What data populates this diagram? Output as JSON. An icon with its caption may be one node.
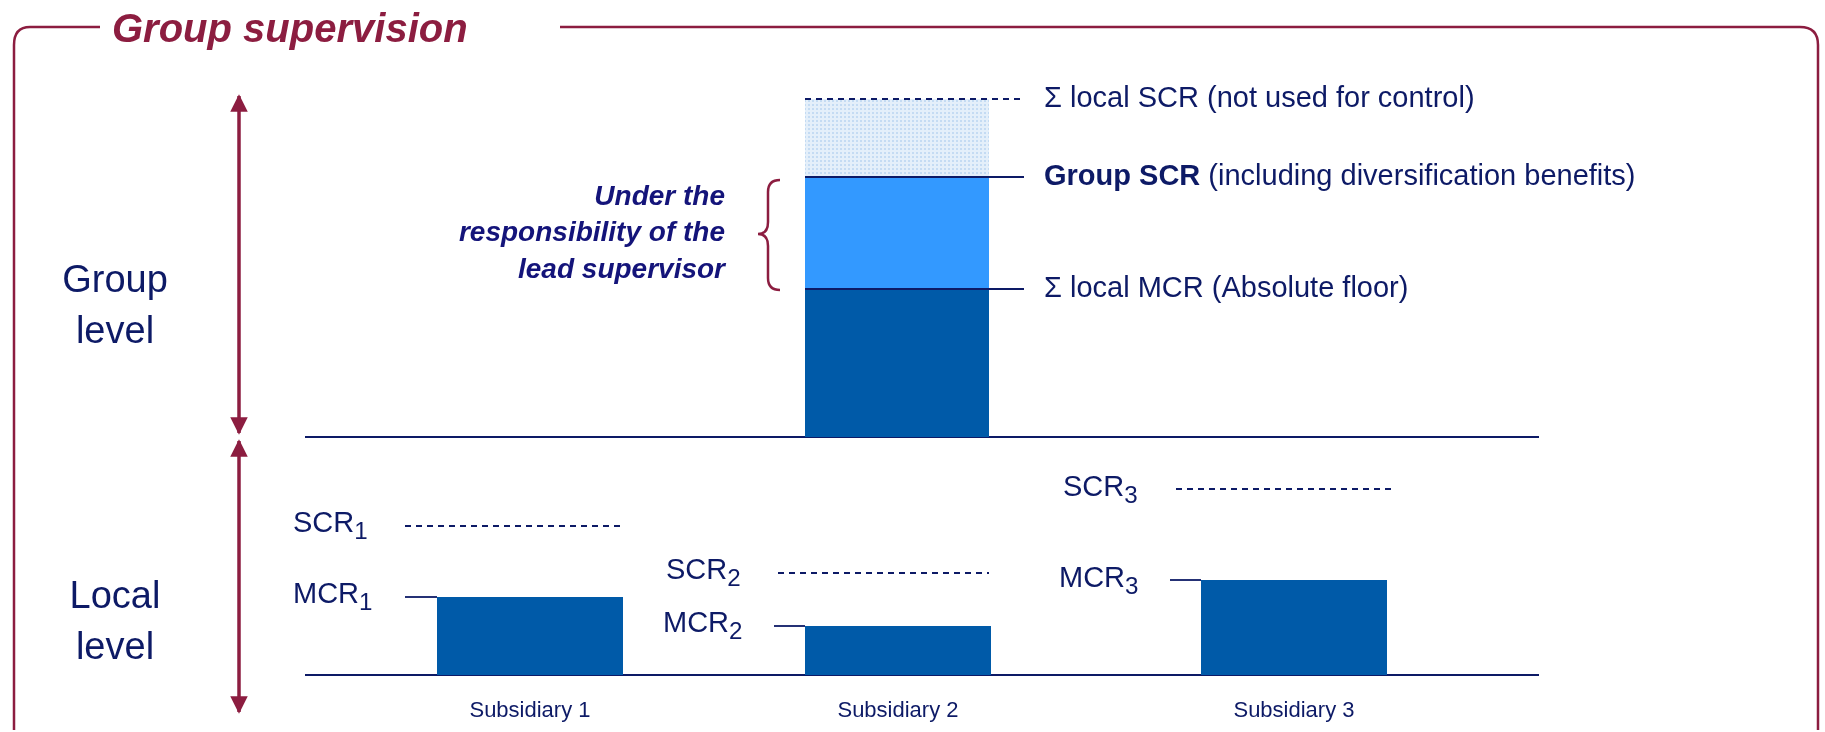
{
  "diagram": {
    "title": "Group supervision",
    "labels": [
      "Σ local SCR (not used for control)",
      "**Group SCR** (including diversification benefits)",
      "Under the responsibility of the lead supervisor",
      "Group level",
      "Σ local MCR (Absolute floor)",
      "SCR$_{3}$",
      "SCR$_{1}$",
      "SCR$_{2}$",
      "MCR$_{3}$",
      "MCR$_{1}$",
      "Local level",
      "MCR$_{2}$",
      "Subsidiary 1",
      "Subsidiary 2",
      "Subsidiary 3"
    ]
  }
}
